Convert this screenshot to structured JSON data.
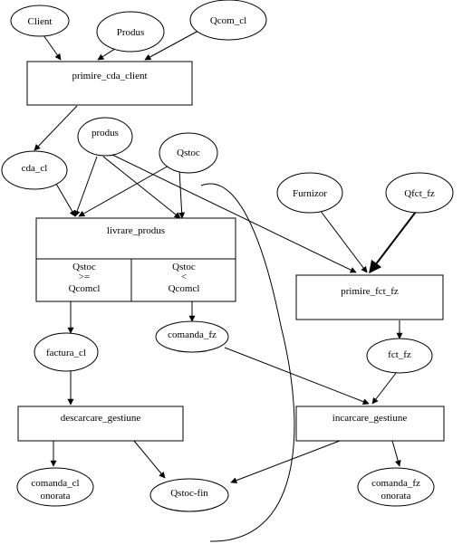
{
  "nodes": {
    "client": "Client",
    "produs_top": "Produs",
    "qcom_cl": "Qcom_cl",
    "primire_cda_client": "primire_cda_client",
    "cda_cl": "cda_cl",
    "produs": "produs",
    "qstoc": "Qstoc",
    "furnizor": "Furnizor",
    "qfct_fz": "Qfct_fz",
    "livrare_produs": "livrare_produs",
    "cond_ge": [
      "Qstoc",
      ">=",
      "Qcomcl"
    ],
    "cond_lt": [
      "Qstoc",
      "<",
      "Qcomcl"
    ],
    "primire_fct_fz": "primire_fct_fz",
    "factura_cl": "factura_cl",
    "comanda_fz": "comanda_fz",
    "fct_fz": "fct_fz",
    "descarcare_gestiune": "descarcare_gestiune",
    "incarcare_gestiune": "incarcare_gestiune",
    "comanda_cl_onorata": [
      "comanda_cl",
      "onorata"
    ],
    "qstoc_fin": "Qstoc-fin",
    "comanda_fz_onorata": [
      "comanda_fz",
      "onorata"
    ]
  }
}
